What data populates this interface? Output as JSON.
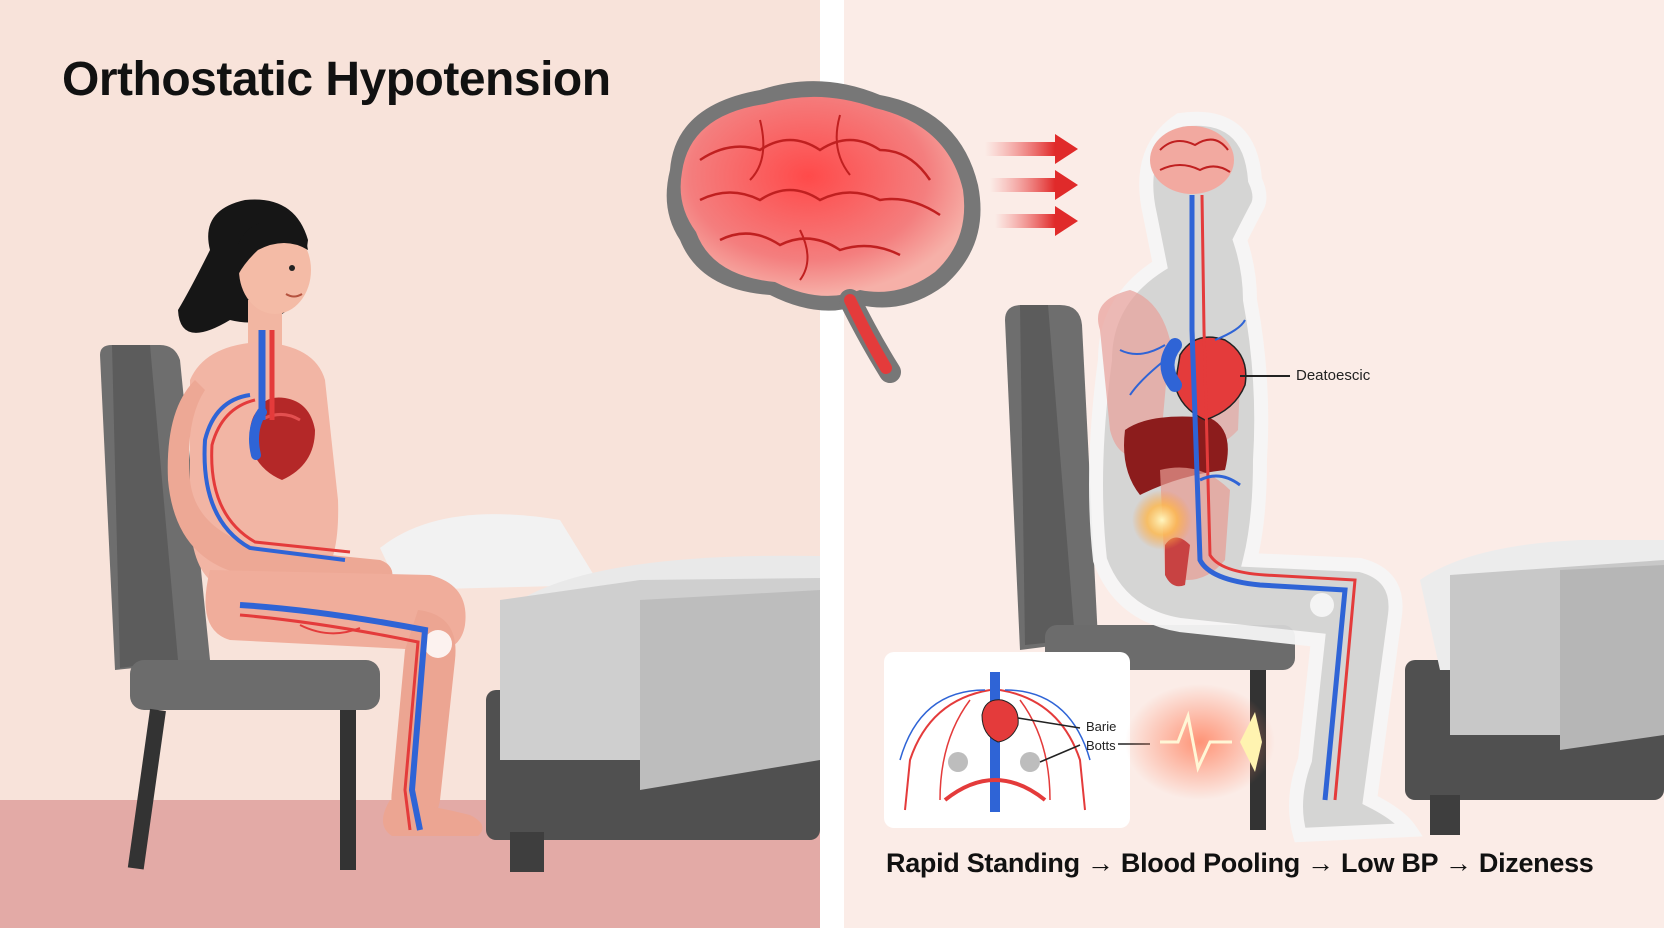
{
  "title": "Orthostatic Hypotension",
  "caption": "Rapid Standing → Blood Pooling → Low BP → Dizeness",
  "labels": {
    "heart_callout": "Deatoescic",
    "inset_top": "Barie",
    "inset_bottom": "Botts"
  },
  "colors": {
    "background": "#fbe9e2",
    "artery_red": "#e43b3b",
    "vein_blue": "#2f64d6",
    "divider": "#ffffff"
  }
}
